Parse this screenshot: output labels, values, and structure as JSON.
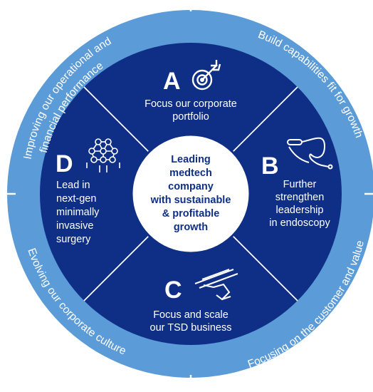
{
  "colors": {
    "outer_ring": "#5b9bd8",
    "inner_disc": "#0f2f86",
    "divider": "#ffffff",
    "center_disc": "#ffffff",
    "center_text": "#0f2f86"
  },
  "ring": {
    "top_left": [
      "Improving our operational and",
      "financial performance"
    ],
    "top_right": "Build capabilities fit for growth",
    "bottom_right": "Focusing on the customer and value",
    "bottom_left": "Evolving our corporate culture"
  },
  "center": {
    "lines": [
      "Leading",
      "medtech",
      "company",
      "with sustainable",
      "& profitable",
      "growth"
    ]
  },
  "quadrants": {
    "a": {
      "letter": "A",
      "icon": "target-icon",
      "lines": [
        "Focus our corporate",
        "portfolio"
      ]
    },
    "b": {
      "letter": "B",
      "icon": "endoscope-icon",
      "lines": [
        "Further",
        "strengthen",
        "leadership",
        "in endoscopy"
      ]
    },
    "c": {
      "letter": "C",
      "icon": "surgical-instrument-icon",
      "lines": [
        "Focus and scale",
        "our TSD business"
      ]
    },
    "d": {
      "letter": "D",
      "icon": "network-icon",
      "lines": [
        "Lead in",
        "next-gen",
        "minimally",
        "invasive",
        "surgery"
      ]
    }
  }
}
